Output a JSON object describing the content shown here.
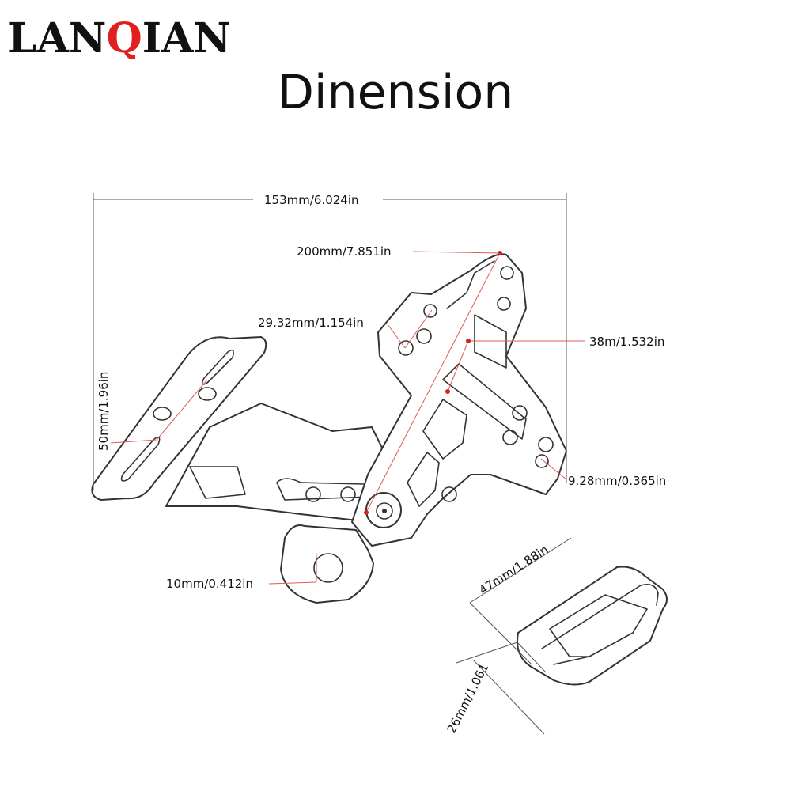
{
  "brand": {
    "logo": "LANQIAN",
    "logo_color": "#111111",
    "logo_accent_color": "#e02020"
  },
  "title": "Dinension",
  "accent_color": "#e05a5a",
  "dimensions": {
    "width": "153mm/6.024in",
    "length": "200mm/7.851in",
    "slot": "29.32mm/1.154in",
    "plate_width": "38m/1.532in",
    "height": "50mm/1.96in",
    "hole_small": "9.28mm/0.365in",
    "hole_large": "10mm/0.412in",
    "light_length": "47mm/1.88in",
    "light_width": "26mm/1.061"
  }
}
